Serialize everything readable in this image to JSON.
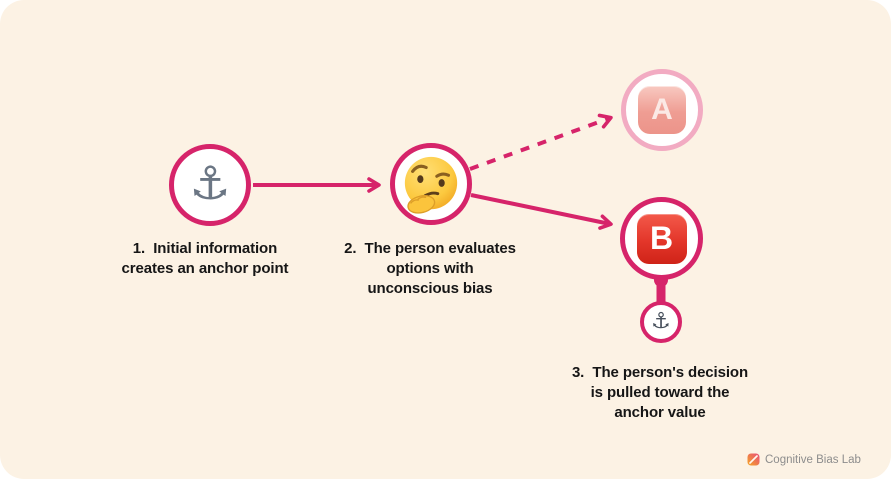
{
  "colors": {
    "card_bg": "#fcf2e4",
    "accent_pink": "#d6246a",
    "accent_pink_light": "#f2abc2",
    "option_b_red": "#e3362a",
    "option_a_faded": "#ef9d93",
    "text": "#161616",
    "watermark_gray": "#8d8d8d"
  },
  "steps": [
    {
      "lines": [
        "1.  Initial information",
        "creates an anchor point"
      ]
    },
    {
      "lines": [
        "2.  The person evaluates",
        "options with",
        "unconscious bias"
      ]
    },
    {
      "lines": [
        "3.  The person's decision",
        "is pulled toward the",
        "anchor value"
      ]
    }
  ],
  "nodes": {
    "anchor": {
      "icon": "anchor-emoji",
      "glyph": "⚓"
    },
    "thinking": {
      "icon": "thinking-face-emoji"
    },
    "option_a": {
      "label": "A"
    },
    "option_b": {
      "label": "B"
    },
    "anchor_small": {
      "icon": "anchor-emoji",
      "glyph": "⚓"
    }
  },
  "watermark": {
    "label": "Cognitive Bias Lab"
  }
}
